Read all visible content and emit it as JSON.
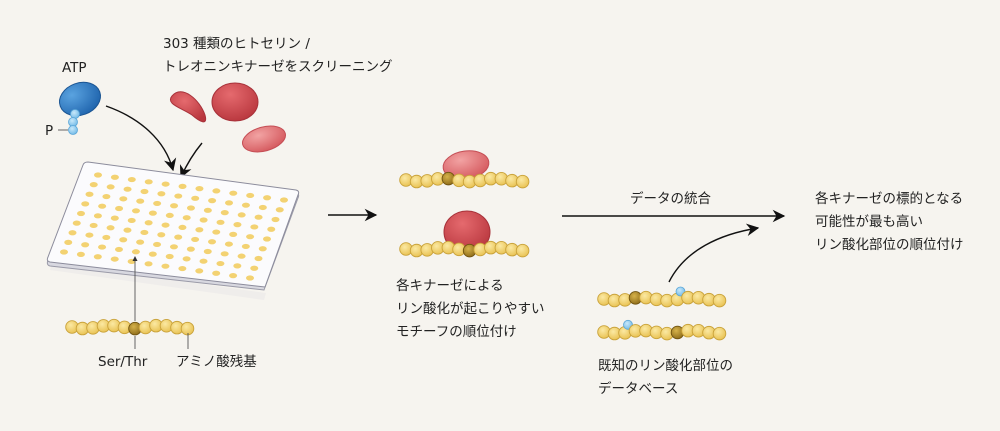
{
  "atp": {
    "label": "ATP",
    "phosphate_label": "P"
  },
  "kinases": {
    "title_line1": "303 種類のヒトセリン /",
    "title_line2": "トレオニンキナーゼをスクリーニング"
  },
  "substrate": {
    "ser_thr_label": "Ser/Thr",
    "residue_label": "アミノ酸残基"
  },
  "motif": {
    "line1": "各キナーゼによる",
    "line2": "リン酸化が起こりやすい",
    "line3": "モチーフの順位付け"
  },
  "integration": {
    "label": "データの統合"
  },
  "database": {
    "line1": "既知のリン酸化部位の",
    "line2": "データベース"
  },
  "result": {
    "line1": "各キナーゼの標的となる",
    "line2": "可能性が最も高い",
    "line3": "リン酸化部位の順位付け"
  },
  "colors": {
    "background": "#f6f4ef",
    "atp": "#2f7cc4",
    "phosphate": "#8fcbee",
    "kinase": "#d9484f",
    "kinase_light": "#ea8486",
    "bead": "#f2d36b",
    "bead_dark": "#b8902a"
  }
}
